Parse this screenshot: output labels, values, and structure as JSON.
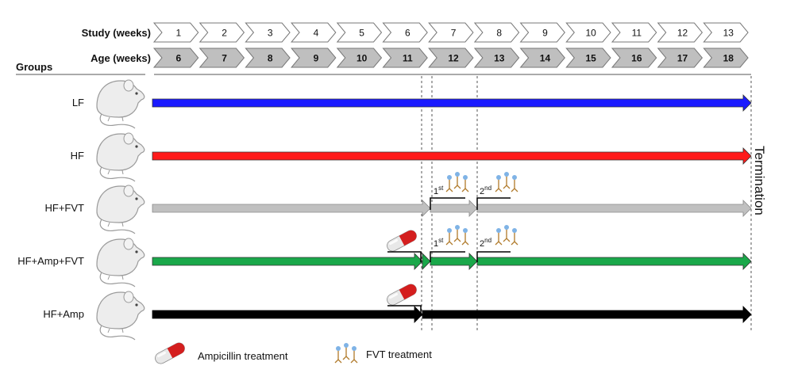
{
  "header": {
    "study_label": "Study (weeks)",
    "age_label": "Age (weeks)",
    "groups_label": "Groups",
    "study_weeks": [
      "1",
      "2",
      "3",
      "4",
      "5",
      "6",
      "7",
      "8",
      "9",
      "10",
      "11",
      "12",
      "13"
    ],
    "age_weeks": [
      "6",
      "7",
      "8",
      "9",
      "10",
      "11",
      "12",
      "13",
      "14",
      "15",
      "16",
      "17",
      "18"
    ]
  },
  "groups": [
    {
      "label": "LF",
      "color": "#1a1aff"
    },
    {
      "label": "HF",
      "color": "#ff1a1a"
    },
    {
      "label": "HF+FVT",
      "color": "#c0c0c0"
    },
    {
      "label": "HF+Amp+FVT",
      "color": "#1aa84a"
    },
    {
      "label": "HF+Amp",
      "color": "#000000"
    }
  ],
  "fvt_labels": {
    "first_base": "1",
    "first_sup": "st",
    "second_base": "2",
    "second_sup": "nd"
  },
  "termination_label": "Termination",
  "legend": {
    "ampicillin": "Ampicillin treatment",
    "fvt": "FVT treatment"
  },
  "icons": {
    "mouse": "mouse-icon",
    "pill": "capsule-pill-icon",
    "phage": "phage-icon"
  },
  "colors": {
    "chevron_study_fill": "#ffffff",
    "chevron_age_fill": "#bfbfbf",
    "pill_red": "#d41e1e",
    "phage_blue": "#7fb3e6"
  }
}
